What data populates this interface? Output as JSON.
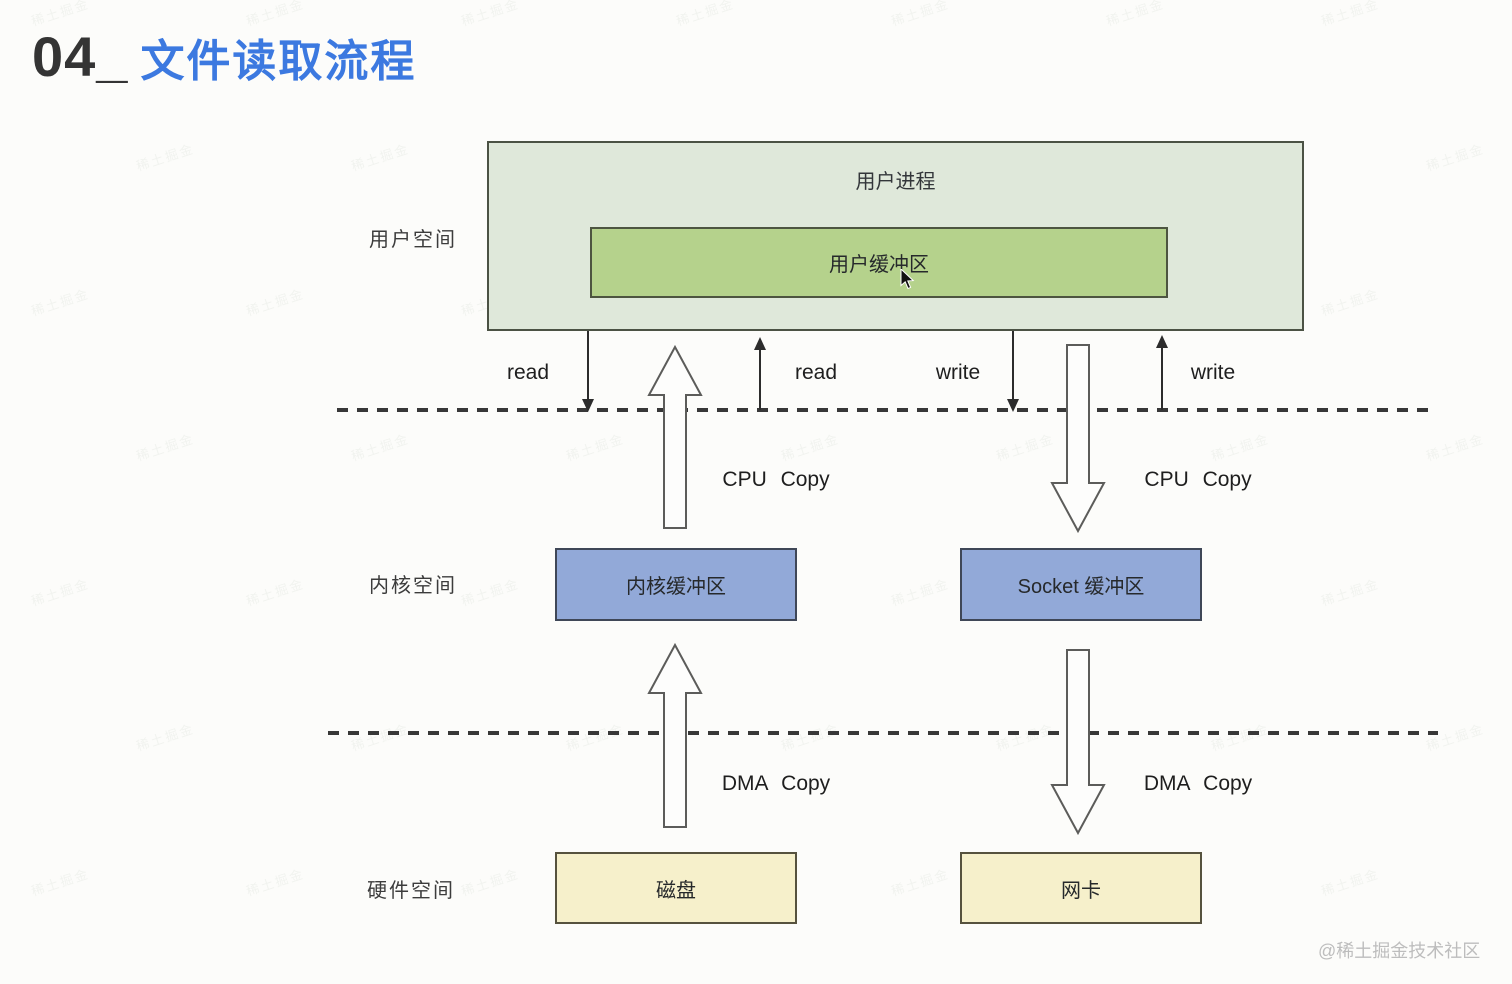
{
  "title": {
    "number": "04_",
    "text": "文件读取流程"
  },
  "colors": {
    "title_accent": "#3c79e0",
    "user_process_fill": "#dfe8da",
    "user_buffer_fill": "#b5d28c",
    "kernel_buffer_fill": "#92a9d8",
    "hardware_fill": "#f6f0cb",
    "line_color": "#383838"
  },
  "diagram": {
    "spaces": {
      "user": "用户空间",
      "kernel": "内核空间",
      "hardware": "硬件空间"
    },
    "boxes": {
      "user_process": "用户进程",
      "user_buffer": "用户缓冲区",
      "kernel_buffer": "内核缓冲区",
      "socket_buffer": "Socket 缓冲区",
      "disk": "磁盘",
      "nic": "网卡"
    },
    "arrow_labels": {
      "read": "read",
      "write": "write",
      "cpu_copy": "CPU Copy",
      "dma_copy": "DMA Copy"
    }
  },
  "watermark": {
    "credit": "@稀土掘金技术社区",
    "tile_text": "稀土掘金"
  }
}
